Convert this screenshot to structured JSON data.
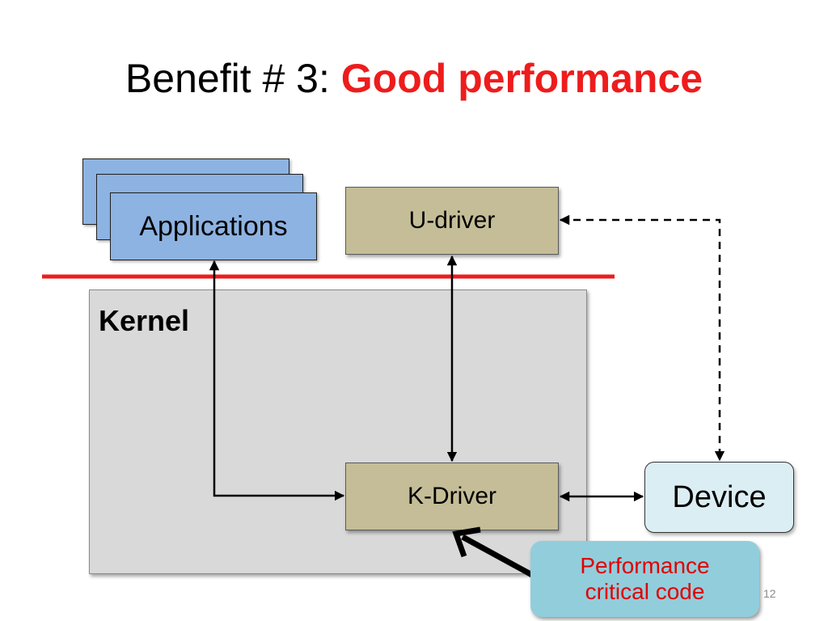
{
  "slide": {
    "title_prefix": "Benefit # 3: ",
    "title_highlight": "Good performance",
    "page_number": "12"
  },
  "diagram": {
    "applications_label": "Applications",
    "udriver_label": "U-driver",
    "kernel_label": "Kernel",
    "kdriver_label": "K-Driver",
    "device_label": "Device",
    "callout_line1": "Performance",
    "callout_line2": "critical code"
  },
  "colors": {
    "title_highlight": "#ee1c1c",
    "boundary_line": "#ee1c1c",
    "applications_fill": "#8db3e2",
    "driver_fill": "#c4bd97",
    "kernel_fill": "#d9d9d9",
    "device_fill": "#dbeef4",
    "callout_fill": "#92cddc",
    "callout_text": "#e00000"
  }
}
